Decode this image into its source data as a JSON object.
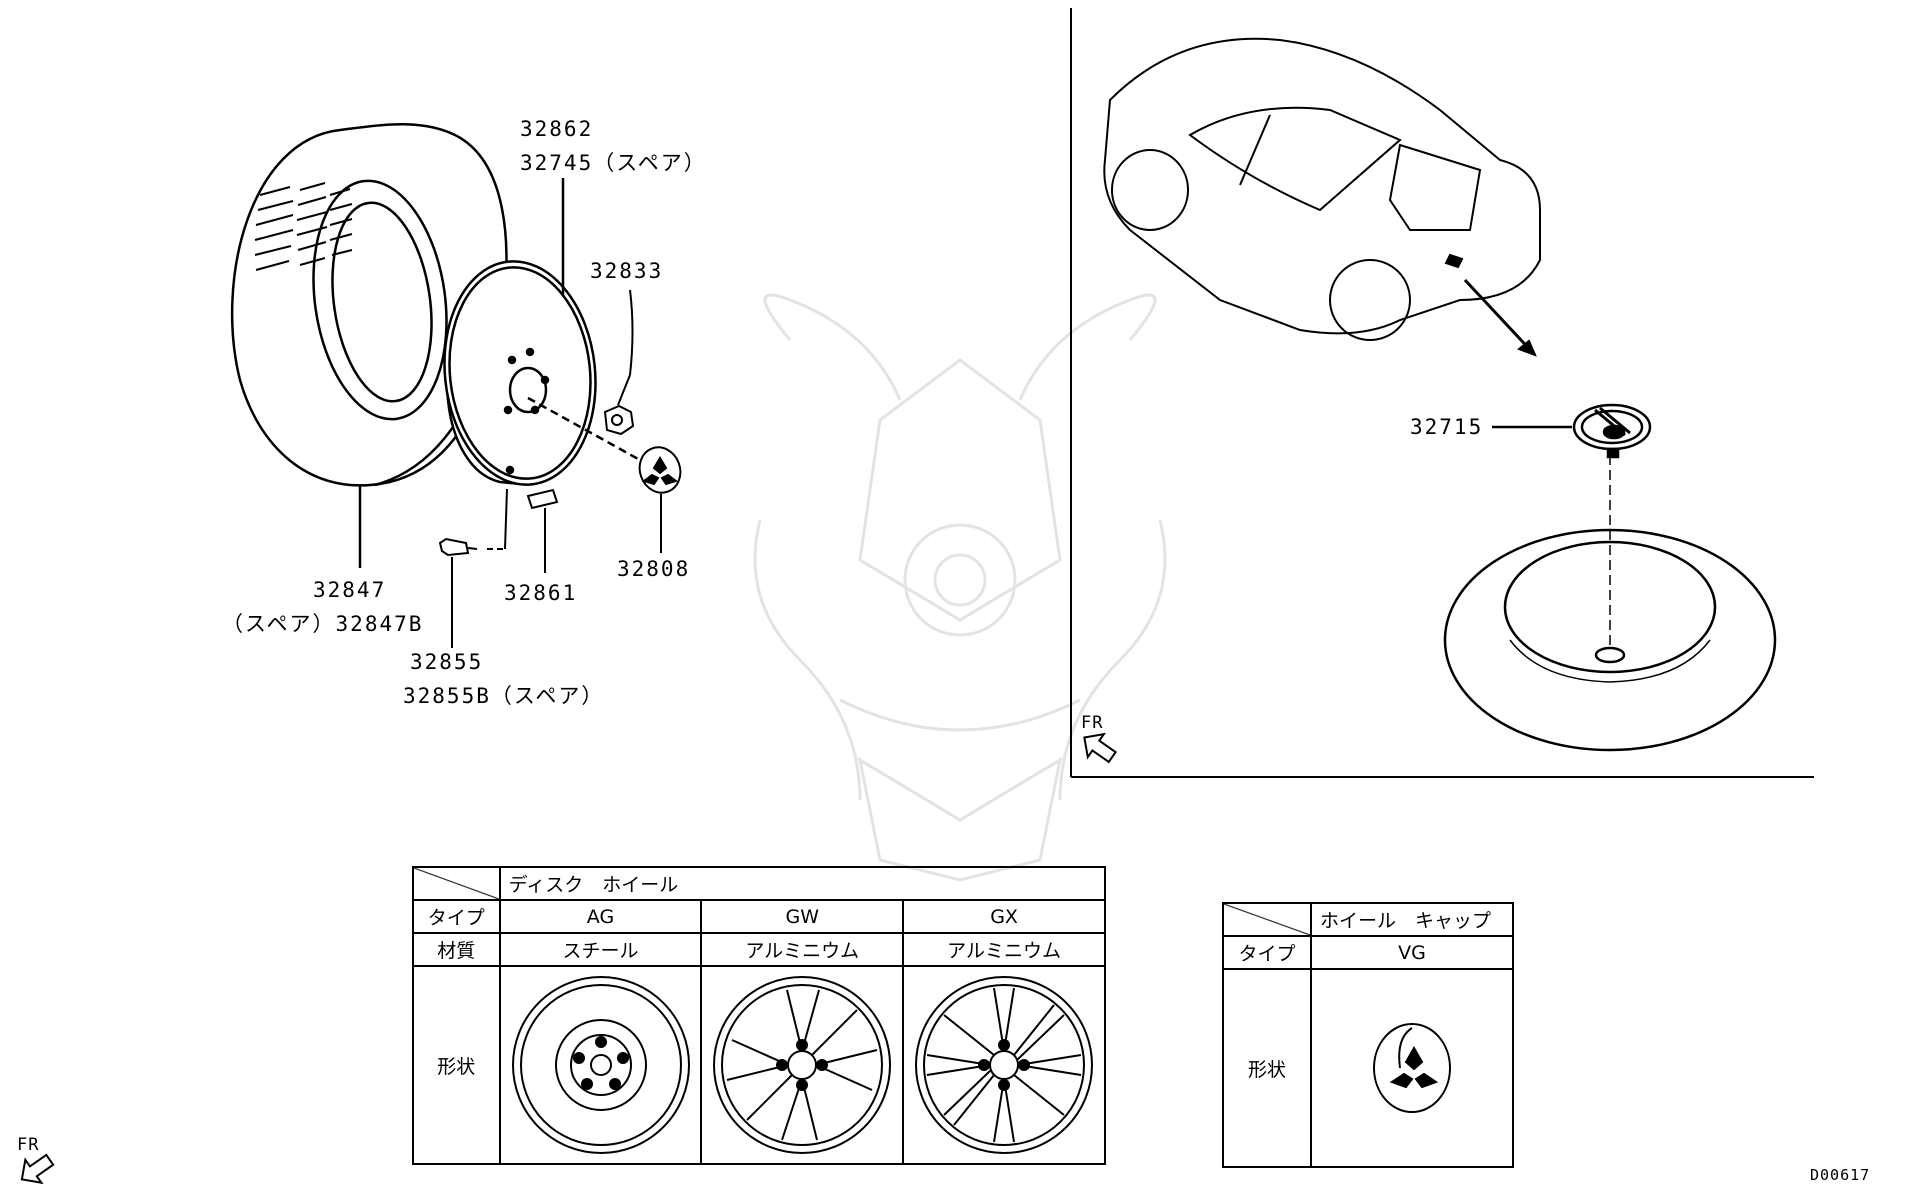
{
  "parts": {
    "p32862": "32862",
    "p32745": "32745（スペア）",
    "p32833": "32833",
    "p32847": "32847",
    "p32847b": "（スペア）32847B",
    "p32861": "32861",
    "p32808": "32808",
    "p32855": "32855",
    "p32855b": "32855B（スペア）",
    "p32715": "32715"
  },
  "fr_labels": {
    "inset": "FR",
    "bottom": "FR"
  },
  "code": "D00617",
  "wheel_table": {
    "header": "ディスク　ホイール",
    "row_type_label": "タイプ",
    "row_material_label": "材質",
    "row_shape_label": "形状",
    "types": [
      "AG",
      "GW",
      "GX"
    ],
    "materials": [
      "スチール",
      "アルミニウム",
      "アルミニウム"
    ]
  },
  "cap_table": {
    "header": "ホイール　キャップ",
    "row_type_label": "タイプ",
    "row_shape_label": "形状",
    "type": "VG"
  },
  "colors": {
    "line": "#000000",
    "background": "#ffffff",
    "watermark": "#e6e6e6"
  }
}
